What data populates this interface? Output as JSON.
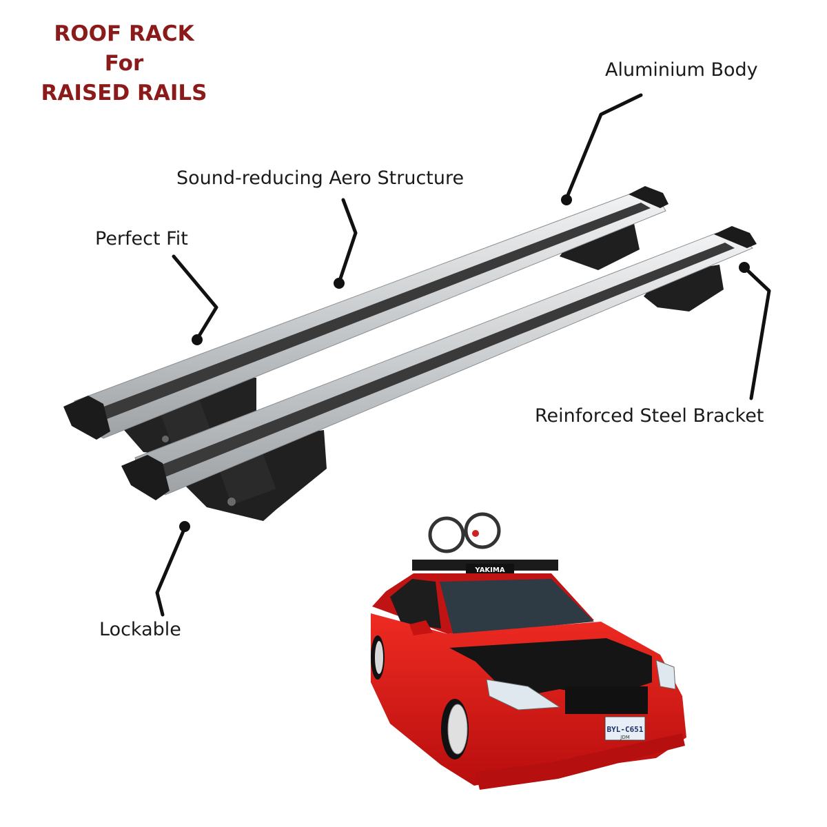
{
  "title": {
    "line1": "ROOF RACK",
    "line2": "For",
    "line3": "RAISED RAILS"
  },
  "callouts": {
    "aluminium_body": "Aluminium Body",
    "aero_structure": "Sound-reducing Aero Structure",
    "perfect_fit": "Perfect Fit",
    "steel_bracket": "Reinforced Steel Bracket",
    "lockable": "Lockable"
  },
  "car": {
    "roof_box_brand": "YAKIMA",
    "license_plate": "BYL-C651",
    "plate_sub": "JDM"
  },
  "colors": {
    "title": "#8b1a1a",
    "car_body": "#d81414",
    "bar_silver": "#cfd2d4",
    "foot_black": "#1c1c1c"
  }
}
